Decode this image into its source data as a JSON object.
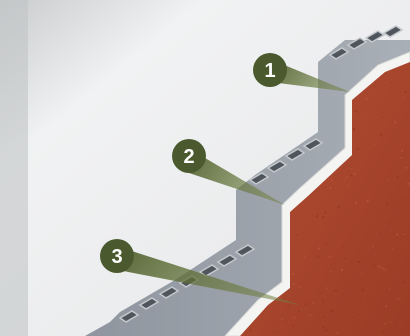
{
  "markers": [
    {
      "number": "1"
    },
    {
      "number": "2"
    },
    {
      "number": "3"
    }
  ],
  "colors": {
    "marker_fill": "#4a5a2e",
    "marker_text": "#ffffff",
    "leader_fill": "#5e7036",
    "block": "#9aa1aa",
    "block_dark": "#5b6169",
    "insulation": "#f4f4f2",
    "render": "#a9442c",
    "background": "#dcdcdc"
  }
}
